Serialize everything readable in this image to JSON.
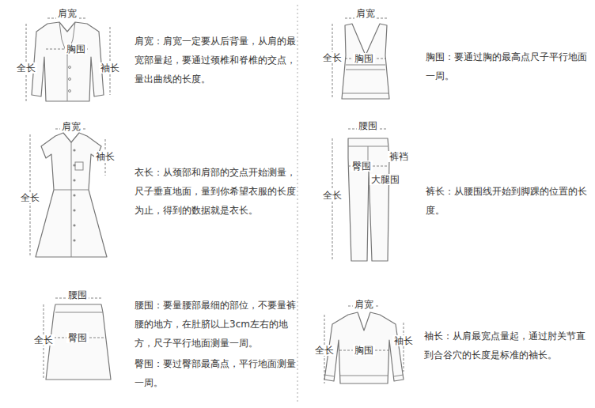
{
  "diagram": {
    "labels": [
      "肩宽",
      "胸围",
      "全长",
      "袖长",
      "肩宽：肩宽一定要从后背量，从肩的最宽部量起，要通过颈椎和脊椎的交点，量出曲线的长度。",
      "肩宽",
      "全长",
      "胸围",
      "胸围：要通过胸的最高点尺子平行地面一周。",
      "肩宽",
      "袖长",
      "全长",
      "衣长：从颈部和肩部的交点开始测量，尺子垂直地面，量到你希望衣服的长度为止，得到的数据就是衣长。",
      "腰围",
      "裤裆",
      "臀围",
      "大腿围",
      "全长",
      "裤长：从腰围线开始到脚踝的位置的长度。",
      "腰围",
      "全长",
      "臀围",
      "腰围：要量腰部最细的部位，不要量裤腰的地方，在肚脐以上3cm左右的地方，尺子平行地面测量一周。",
      "臀围：要过臀部最高点，平行地面测量一周。",
      "肩宽",
      "全长",
      "胸围",
      "袖长",
      "袖长：从肩最宽点量起，通过肘关节直到合谷穴的长度是标准的袖长。"
    ]
  }
}
